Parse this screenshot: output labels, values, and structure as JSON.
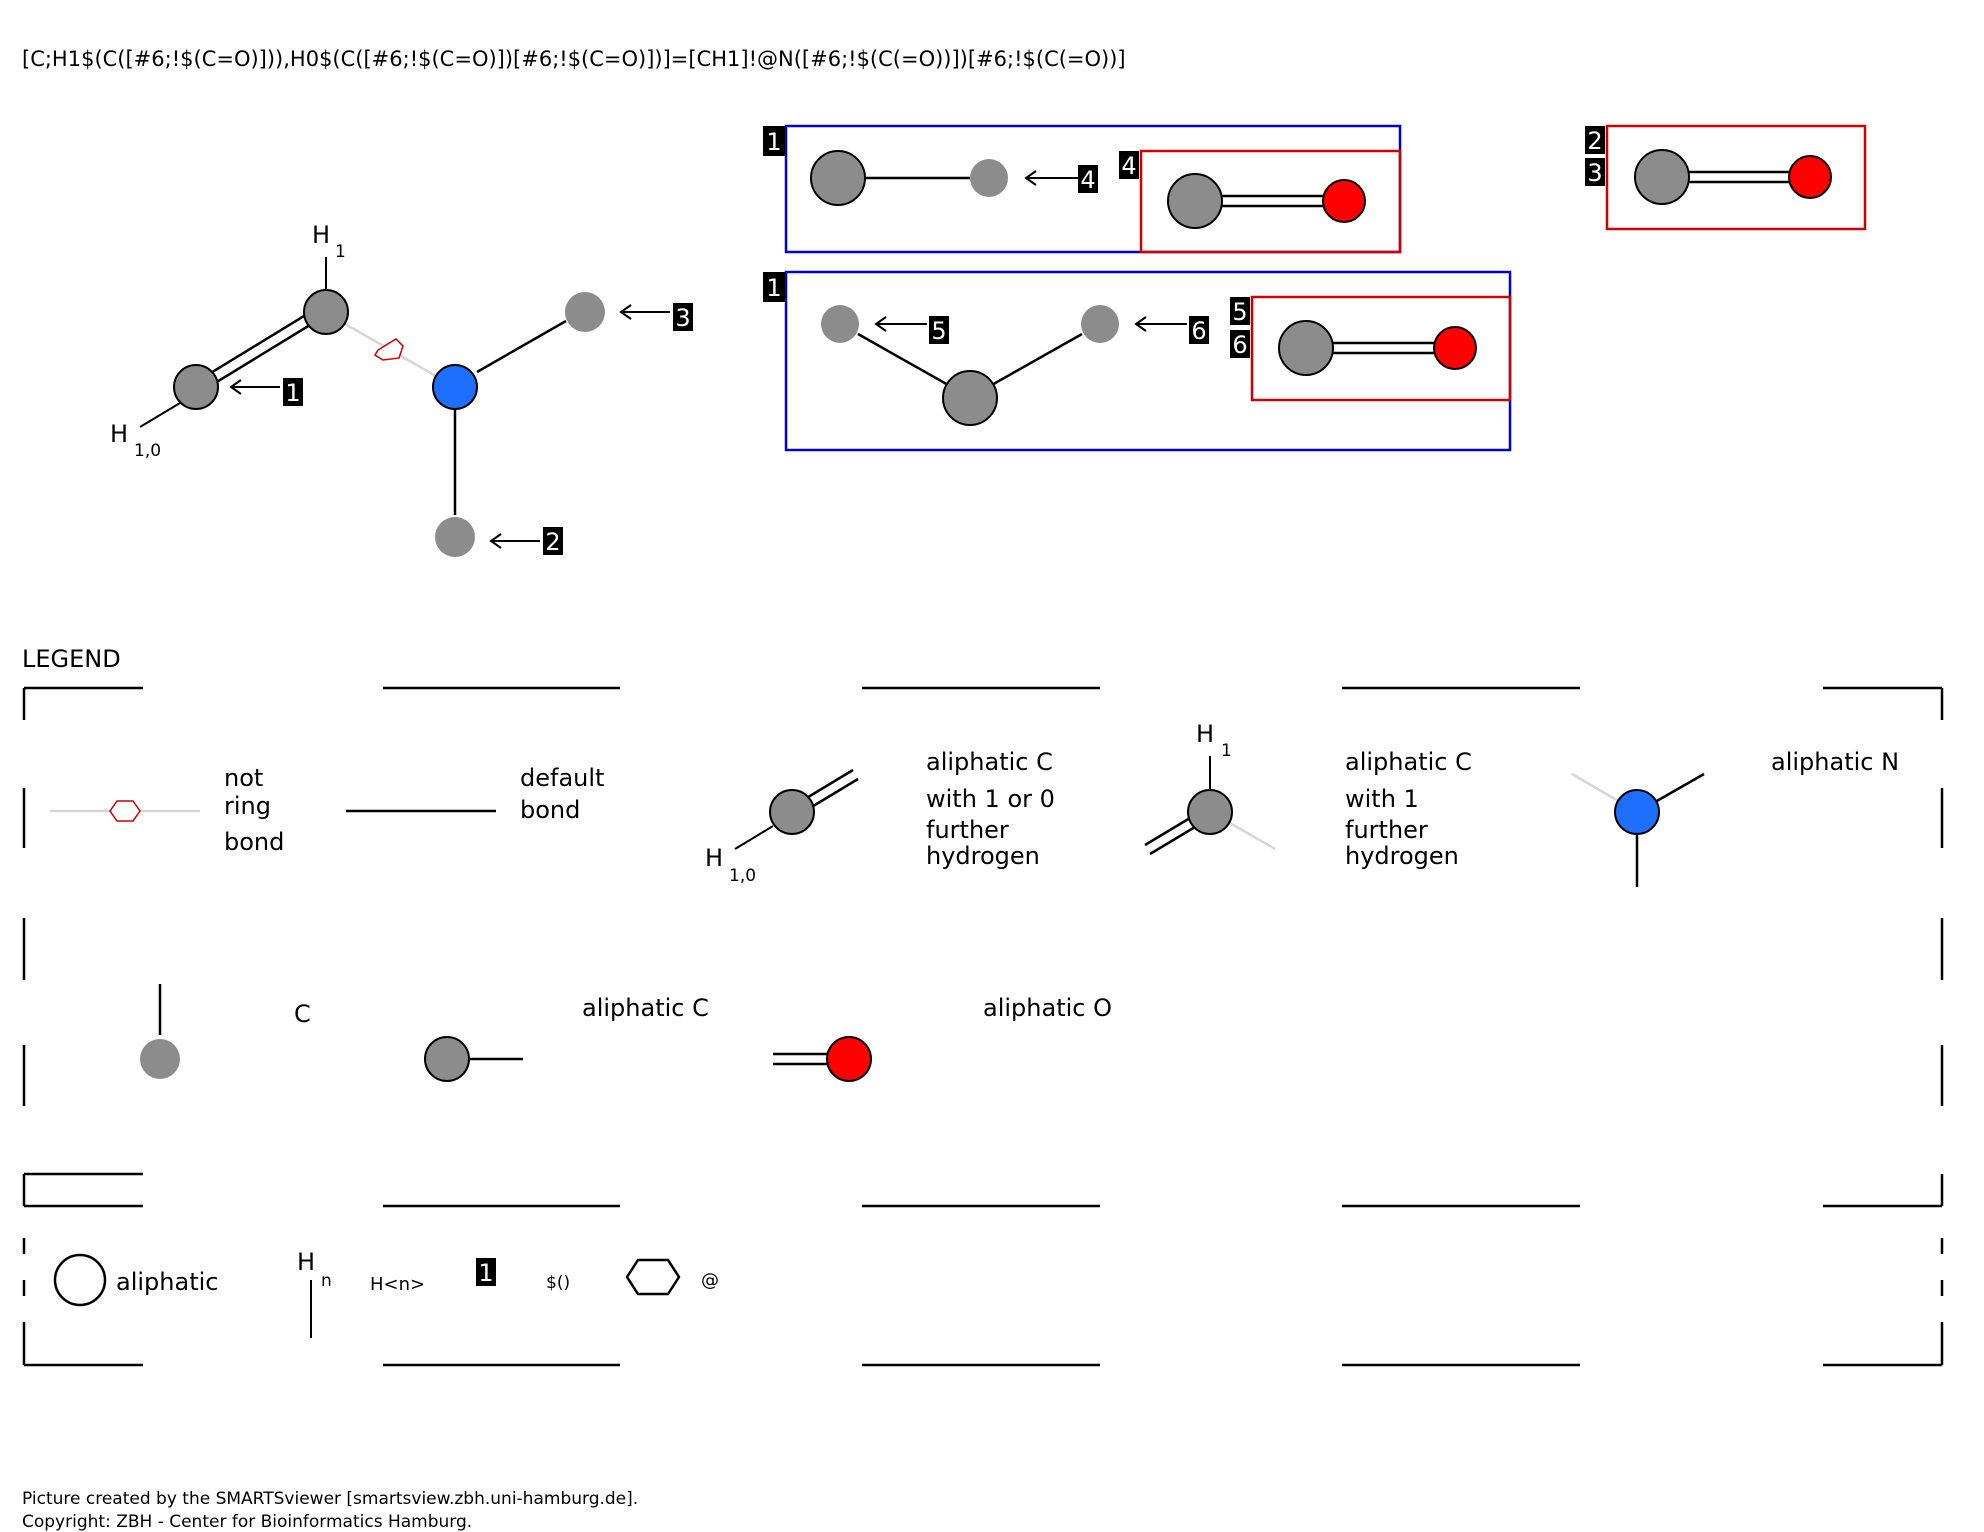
{
  "header": {
    "smarts": "[C;H1$(C([#6;!$(C=O)])),H0$(C([#6;!$(C=O)])[#6;!$(C=O)])]=[CH1]!@N([#6;!$(C(=O))])[#6;!$(C(=O))]"
  },
  "molecule": {
    "h_top": "H",
    "h_top_sub": "1",
    "h_left": "H",
    "h_left_sub": "1,0",
    "badges": [
      "1",
      "2",
      "3"
    ]
  },
  "recursive": {
    "box1": {
      "badge": "1",
      "pointer": "4",
      "inner_badges": [
        "4"
      ]
    },
    "box2": {
      "badges": [
        "2",
        "3"
      ]
    },
    "box3": {
      "badge": "1",
      "pointers": [
        "5",
        "6"
      ],
      "inner_badges": [
        "5",
        "6"
      ]
    }
  },
  "legend": {
    "title": "LEGEND",
    "row1": {
      "not_ring_bond": [
        "not",
        "ring",
        "bond"
      ],
      "default_bond": [
        "default",
        "bond"
      ],
      "aliphatic_c_h10": {
        "label": [
          "aliphatic C",
          "with 1 or 0",
          "further",
          "hydrogen"
        ],
        "h": "H",
        "h_sub": "1,0"
      },
      "aliphatic_c_h1": {
        "label": [
          "aliphatic C",
          "with 1",
          "further",
          "hydrogen"
        ],
        "h": "H",
        "h_sub": "1"
      },
      "aliphatic_n": "aliphatic N"
    },
    "row2": {
      "c": "C",
      "aliphatic_c": "aliphatic C",
      "aliphatic_o": "aliphatic O"
    },
    "key": {
      "aliphatic": "aliphatic",
      "h_symbol": "H",
      "h_sub": "n",
      "h_label": "H<n>",
      "badge": "1",
      "recursive": "$()",
      "ring": "@"
    }
  },
  "footer": {
    "line1": "Picture created by the SMARTSviewer [smartsview.zbh.uni-hamburg.de].",
    "line2": "Copyright: ZBH - Center for Bioinformatics Hamburg."
  },
  "colors": {
    "carbon": "#8c8c8c",
    "nitrogen": "#1f6fff",
    "oxygen": "#ff0000",
    "box_blue": "#0000cc",
    "box_red": "#cc0000",
    "not_ring": "#cc0000"
  }
}
